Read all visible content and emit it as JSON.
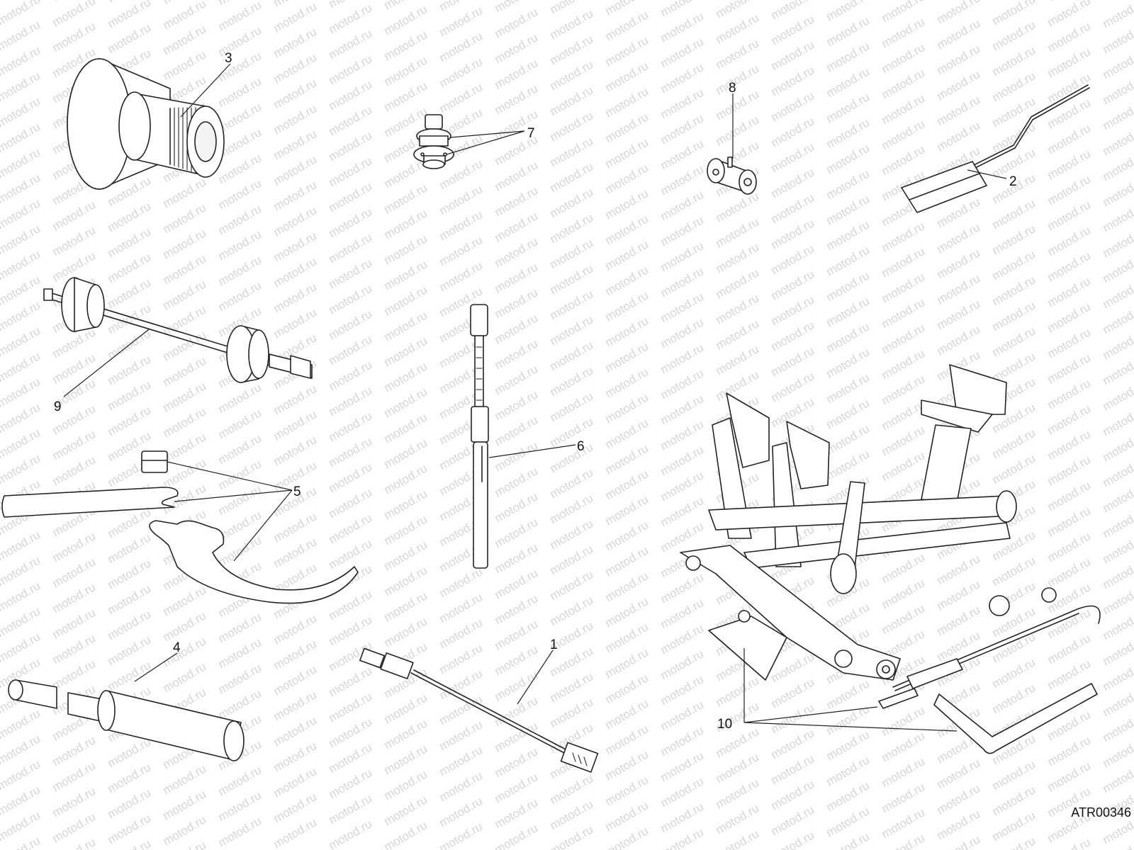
{
  "watermark": "motod.ru",
  "drawing_code": "ATR00346",
  "callouts": [
    {
      "id": "1",
      "text": "1"
    },
    {
      "id": "2",
      "text": "2"
    },
    {
      "id": "3",
      "text": "3"
    },
    {
      "id": "4",
      "text": "4"
    },
    {
      "id": "5",
      "text": "5"
    },
    {
      "id": "6",
      "text": "6"
    },
    {
      "id": "7",
      "text": "7"
    },
    {
      "id": "8",
      "text": "8"
    },
    {
      "id": "9",
      "text": "9"
    },
    {
      "id": "10",
      "text": "10"
    }
  ]
}
